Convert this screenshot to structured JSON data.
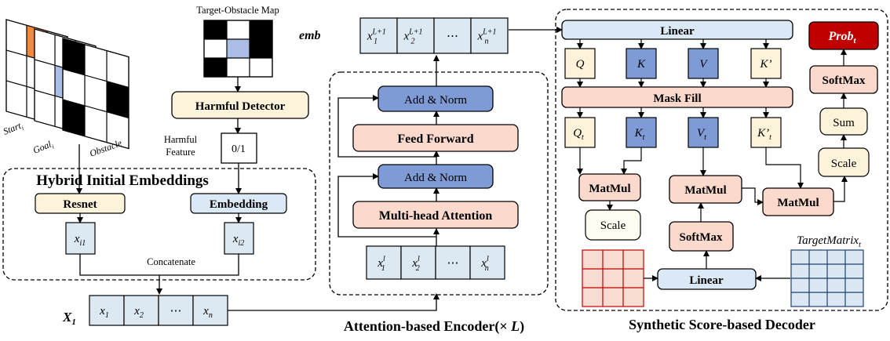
{
  "map_labels": {
    "start": "Start",
    "start_sub": "i",
    "goal": "Goal",
    "goal_sub": "i",
    "obstacle": "Obstacle"
  },
  "target_obstacle_title": "Target-Obstacle Map",
  "harmful_detector": "Harmful Detector",
  "harmful_feature_line1": "Harmful",
  "harmful_feature_line2": "Feature",
  "binary_flag": "0/1",
  "hybrid_title": "Hybrid Initial Embeddings",
  "resnet": "Resnet",
  "embedding": "Embedding",
  "xi1": {
    "base": "x",
    "sub": "i1"
  },
  "xi2": {
    "base": "x",
    "sub": "i2"
  },
  "concatenate": "Concatenate",
  "X1": {
    "base": "X",
    "sub": "1"
  },
  "x_cells": [
    {
      "base": "x",
      "sub": "1"
    },
    {
      "base": "x",
      "sub": "2"
    },
    {
      "base": "⋯",
      "sub": ""
    },
    {
      "base": "x",
      "sub": "n"
    }
  ],
  "encoder": {
    "title_prefix": "Attention-based Encoder(× ",
    "title_L": "L",
    "title_suffix": ")",
    "add_norm_top": "Add & Norm",
    "feed_forward": "Feed Forward",
    "add_norm_bottom": "Add & Norm",
    "mha": "Multi-head Attention",
    "in_cells": [
      {
        "base": "x",
        "sub": "1",
        "sup": "l"
      },
      {
        "base": "x",
        "sub": "2",
        "sup": "l"
      },
      {
        "base": "⋯",
        "sub": "",
        "sup": ""
      },
      {
        "base": "x",
        "sub": "n",
        "sup": "l"
      }
    ]
  },
  "emb_label": "emb",
  "emb_cells": [
    {
      "base": "x",
      "sub": "1",
      "sup": "L+1"
    },
    {
      "base": "x",
      "sub": "2",
      "sup": "L+1"
    },
    {
      "base": "⋯",
      "sub": "",
      "sup": ""
    },
    {
      "base": "x",
      "sub": "n",
      "sup": "L+1"
    }
  ],
  "decoder": {
    "title": "Synthetic Score-based Decoder",
    "linear_top": "Linear",
    "q": "Q",
    "k": "K",
    "v": "V",
    "kp": "K’",
    "mask_fill": "Mask Fill",
    "qt": {
      "base": "Q",
      "sub": "t"
    },
    "kt": {
      "base": "K",
      "sub": "t"
    },
    "vt": {
      "base": "V",
      "sub": "t"
    },
    "kpt": {
      "base": "K’",
      "sub": "t"
    },
    "matmul": "MatMul",
    "scale": "Scale",
    "softmax": "SoftMax",
    "linear_bottom": "Linear",
    "sum": "Sum",
    "prob": {
      "base": "Prob",
      "sub": "t"
    },
    "target_matrix": {
      "base": "TargetMatrix",
      "sub": "t"
    }
  },
  "colors": {
    "cream": "#fdf3da",
    "blue": "#7f9bd6",
    "salmon": "#fbd9cc",
    "light_blue": "#dbe8f5",
    "cell_blue": "#dce9f2",
    "orange": "#f28a3c",
    "map_blue": "#a9bde7",
    "red": "#c00000",
    "grid_pink": "#f9dcd2",
    "grid_blue": "#dbe8f4"
  }
}
